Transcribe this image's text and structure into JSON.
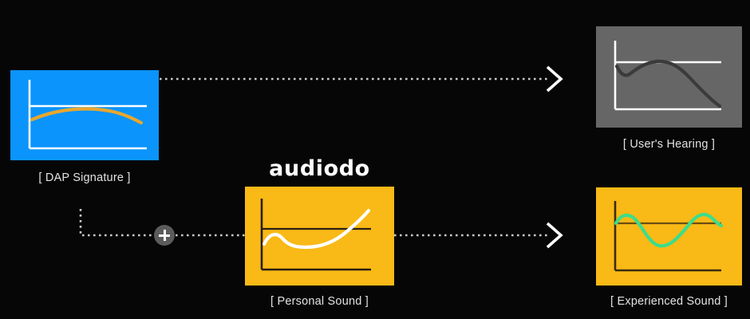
{
  "brand": {
    "logo_text": "audiodo",
    "logo_color": "#ffffff"
  },
  "background_color": "#060606",
  "diagram": {
    "title_hidden": "",
    "operator_symbol": "+",
    "operator_name": "plus-icon",
    "arrow_glyph": "chevron-right-icon"
  },
  "panels": {
    "dap_signature": {
      "caption": "[ DAP Signature ]",
      "fill_color": "#0b94fc",
      "axis_color": "#ffffff",
      "curve_color": "#e8a72e",
      "curve_name": "dap-signature-curve"
    },
    "personal_sound": {
      "caption": "[ Personal Sound ]",
      "fill_color": "#f9b916",
      "axis_color": "#2a2012",
      "curve_color": "#ffffff",
      "curve_name": "personal-sound-curve"
    },
    "users_hearing": {
      "caption": "[ User's Hearing ]",
      "fill_color": "#666666",
      "axis_color": "#ffffff",
      "curve_color": "#3b3b3b",
      "curve_name": "users-hearing-curve"
    },
    "experienced_sound": {
      "caption": "[ Experienced Sound ]",
      "fill_color": "#f9b916",
      "axis_color": "#3a2c10",
      "curve_color": "#3ddc8b",
      "curve_name": "experienced-sound-curve"
    }
  },
  "connectors": {
    "dap_to_hearing": "dotted-arrow-top",
    "dap_to_mixer": "dotted-elbow-left",
    "mixer_to_personal": "dotted-segment-mid",
    "personal_to_experienced": "dotted-arrow-bottom"
  }
}
